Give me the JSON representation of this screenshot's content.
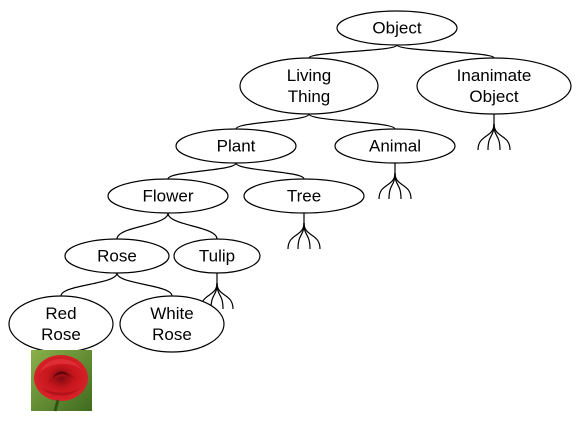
{
  "diagram": {
    "type": "taxonomy-tree",
    "nodes": [
      {
        "id": "object",
        "lines": [
          "Object"
        ]
      },
      {
        "id": "living-thing",
        "lines": [
          "Living",
          "Thing"
        ]
      },
      {
        "id": "inanimate-object",
        "lines": [
          "Inanimate",
          "Object"
        ]
      },
      {
        "id": "plant",
        "lines": [
          "Plant"
        ]
      },
      {
        "id": "animal",
        "lines": [
          "Animal"
        ]
      },
      {
        "id": "flower",
        "lines": [
          "Flower"
        ]
      },
      {
        "id": "tree",
        "lines": [
          "Tree"
        ]
      },
      {
        "id": "rose",
        "lines": [
          "Rose"
        ]
      },
      {
        "id": "tulip",
        "lines": [
          "Tulip"
        ]
      },
      {
        "id": "red-rose",
        "lines": [
          "Red",
          "Rose"
        ]
      },
      {
        "id": "white-rose",
        "lines": [
          "White",
          "Rose"
        ]
      }
    ],
    "edges": [
      [
        "object",
        "living-thing"
      ],
      [
        "object",
        "inanimate-object"
      ],
      [
        "living-thing",
        "plant"
      ],
      [
        "living-thing",
        "animal"
      ],
      [
        "plant",
        "flower"
      ],
      [
        "plant",
        "tree"
      ],
      [
        "flower",
        "rose"
      ],
      [
        "flower",
        "tulip"
      ],
      [
        "rose",
        "red-rose"
      ],
      [
        "rose",
        "white-rose"
      ]
    ],
    "unexpanded": [
      "inanimate-object",
      "animal",
      "tree",
      "tulip"
    ],
    "colors": {
      "stroke": "#000000",
      "fill": "#ffffff",
      "text": "#000000",
      "rose_petal": "#c8161d",
      "rose_dark": "#7a0a0f",
      "leaf_bg": "#5f8f2f"
    }
  },
  "image": {
    "name": "red-rose-photo",
    "icon": "rose-photo-icon",
    "attached_to": "red-rose"
  }
}
